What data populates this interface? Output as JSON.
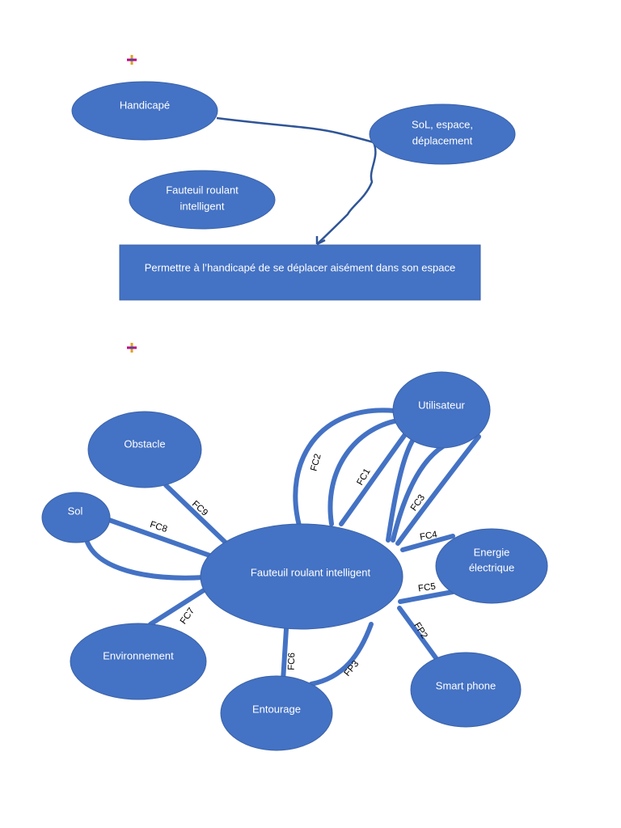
{
  "diagram1": {
    "nodes": {
      "handicape": "Handicapé",
      "sol_espace_line1": "SoL, espace,",
      "sol_espace_line2": "déplacement",
      "fauteuil_line1": "Fauteuil roulant",
      "fauteuil_line2": "intelligent",
      "goal": "Permettre à l’handicapé de se déplacer aisément dans son espace"
    }
  },
  "diagram2": {
    "nodes": {
      "center": "Fauteuil roulant intelligent",
      "utilisateur": "Utilisateur",
      "obstacle": "Obstacle",
      "sol": "Sol",
      "energie_line1": "Energie",
      "energie_line2": "électrique",
      "environnement": "Environnement",
      "entourage": "Entourage",
      "smartphone": "Smart phone"
    },
    "edge_labels": {
      "fc1": "FC1",
      "fc2": "FC2",
      "fc3": "FC3",
      "fc4": "FC4",
      "fc5": "FC5",
      "fc6": "FC6",
      "fc7": "FC7",
      "fc8": "FC8",
      "fc9": "FC9",
      "fp2": "FP2",
      "fp3": "FP3"
    }
  },
  "colors": {
    "node_fill": "#4472c4",
    "node_text": "#ffffff",
    "label_text": "#000000"
  },
  "icons": [
    "anchor-marker-icon",
    "anchor-marker-icon"
  ]
}
